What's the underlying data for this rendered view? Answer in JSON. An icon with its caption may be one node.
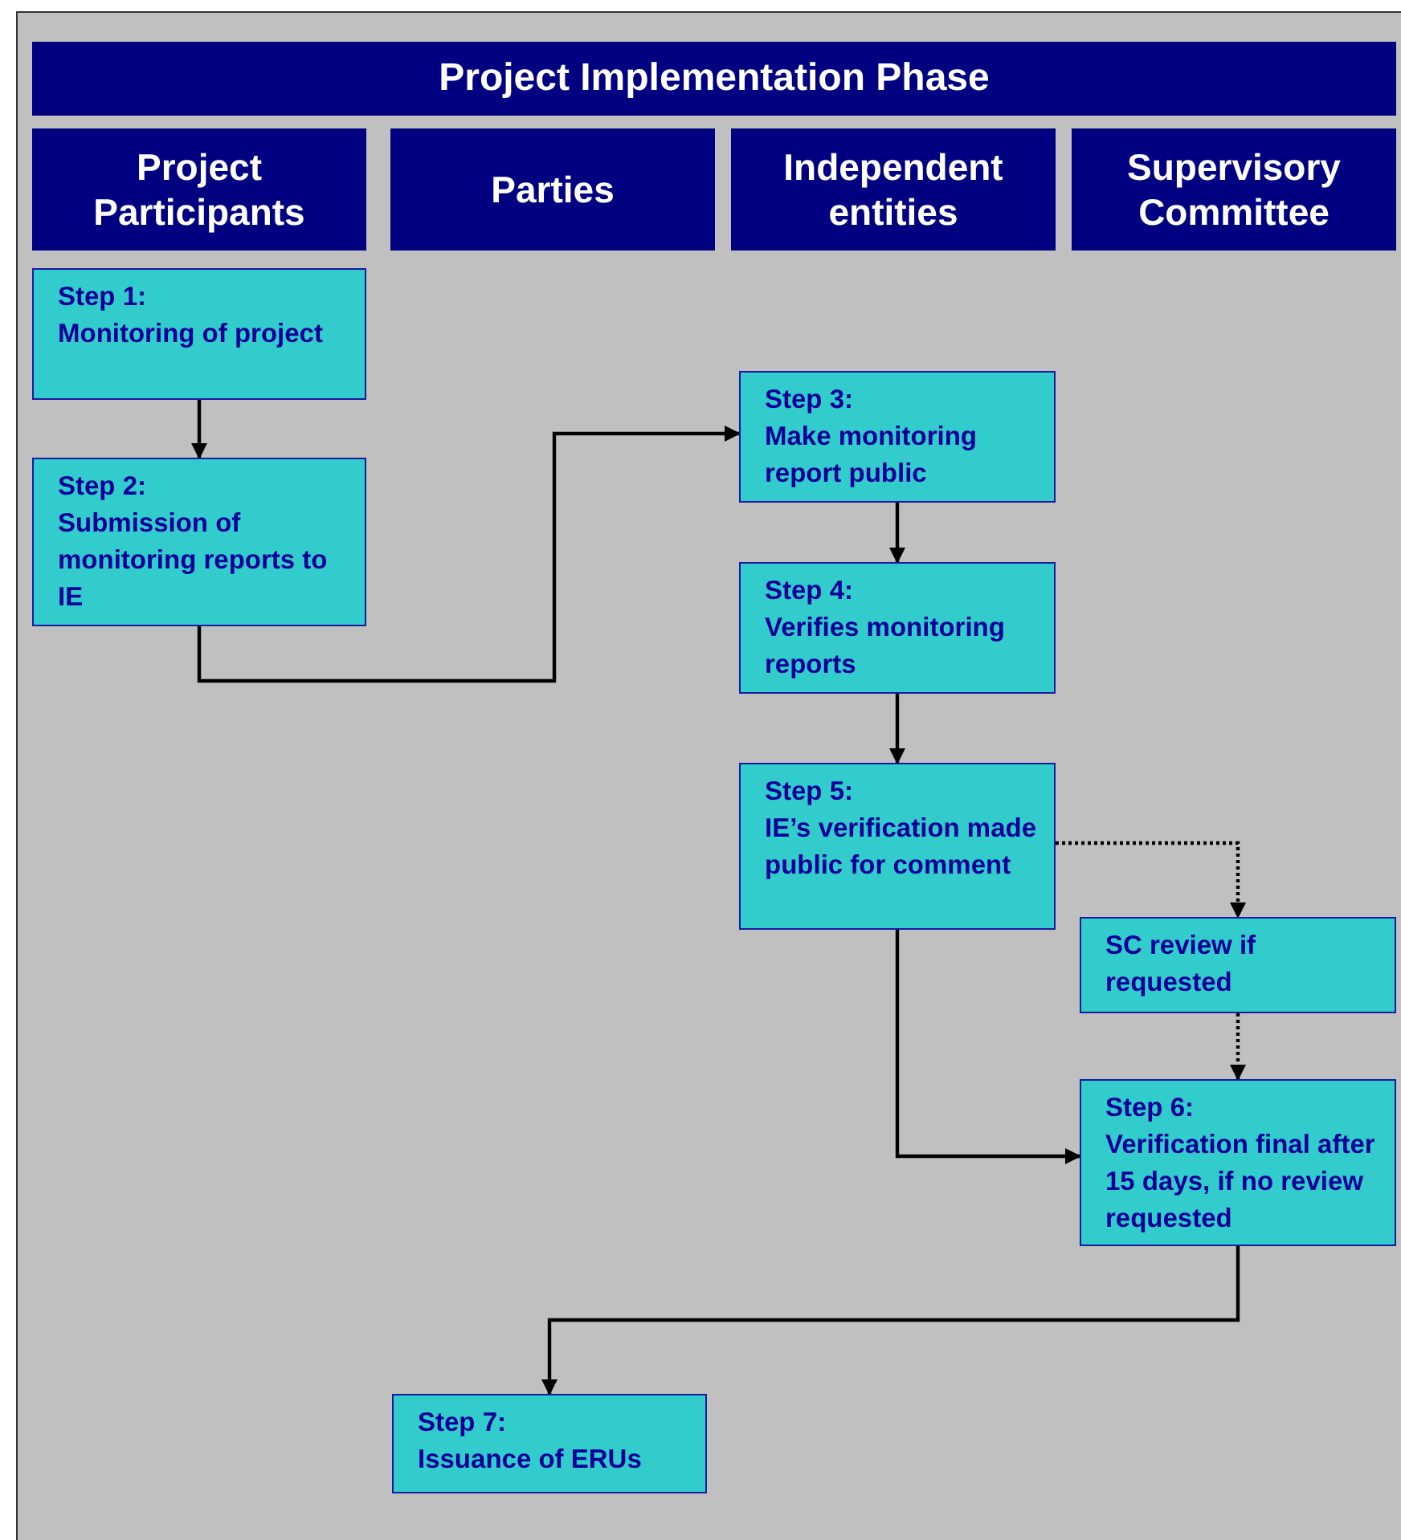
{
  "diagram": {
    "title": "Project Implementation Phase",
    "nodes": [
      {
        "text": [
          "Project Participants"
        ]
      },
      {
        "text": [
          "Parties"
        ]
      },
      {
        "text": [
          "Independent entities"
        ]
      },
      {
        "text": [
          "Supervisory Committee"
        ]
      },
      {
        "text": [
          "Step 1:",
          "Monitoring of project"
        ]
      },
      {
        "text": [
          "Step 2:",
          "Submission of monitoring reports to IE"
        ]
      },
      {
        "text": [
          "Step 3:",
          "Make monitoring report public"
        ]
      },
      {
        "text": [
          "Step 4:",
          "Verifies monitoring reports"
        ]
      },
      {
        "text": [
          "Step 5:",
          "IE’s verification made public for comment"
        ]
      },
      {
        "text": [
          "SC review  if requested"
        ]
      },
      {
        "text": [
          "Step 6:",
          "Verification final after 15 days, if no review requested"
        ]
      },
      {
        "text": [
          "Step 7:",
          "Issuance of ERUs"
        ]
      }
    ],
    "edges": [
      {
        "from": 4,
        "to": 5,
        "arrow": "to"
      },
      {
        "from": 5,
        "to": 6,
        "arrow": "to"
      },
      {
        "from": 6,
        "to": 7,
        "arrow": "to"
      },
      {
        "from": 7,
        "to": 8,
        "arrow": "to"
      },
      {
        "from": 8,
        "to": 9,
        "arrow": "to",
        "style": "dashed"
      },
      {
        "from": 9,
        "to": 10,
        "arrow": "to",
        "style": "dashed"
      },
      {
        "from": 8,
        "to": 10,
        "arrow": "to"
      },
      {
        "from": 10,
        "to": 11,
        "arrow": "to"
      }
    ]
  }
}
